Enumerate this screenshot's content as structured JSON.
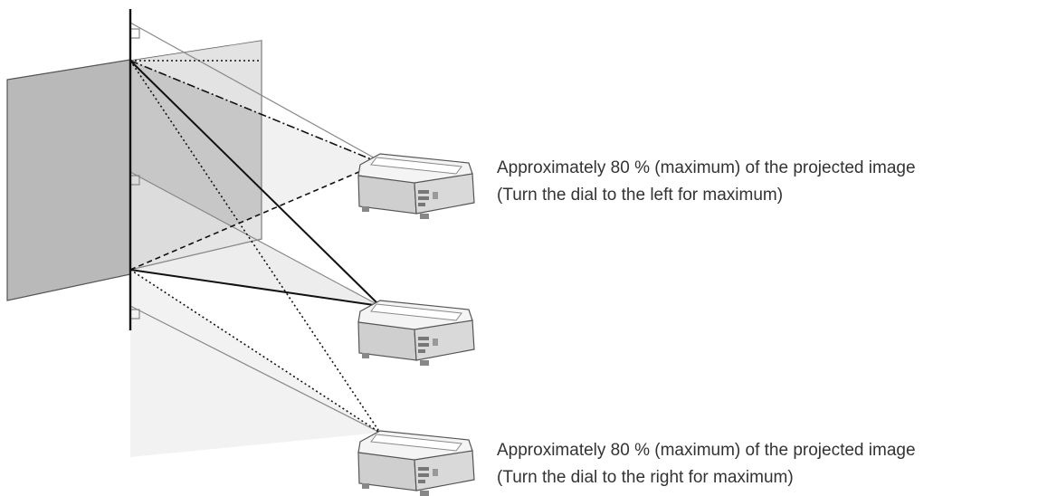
{
  "captions": {
    "top": {
      "line1": "Approximately 80 % (maximum) of the projected image",
      "line2": "(Turn the dial to the left for maximum)"
    },
    "bottom": {
      "line1": "Approximately 80 % (maximum) of the projected image",
      "line2": "(Turn the dial to the right for maximum)"
    }
  },
  "colors": {
    "screen": "#b9b9b9",
    "screen_edge": "#555555",
    "beam_fill": "#e9e9e9",
    "line": "#111111",
    "outline": "#777777",
    "projector_body": "#dcdcdc"
  },
  "icons": [
    "projector-icon",
    "screen-icon",
    "wall-icon"
  ]
}
